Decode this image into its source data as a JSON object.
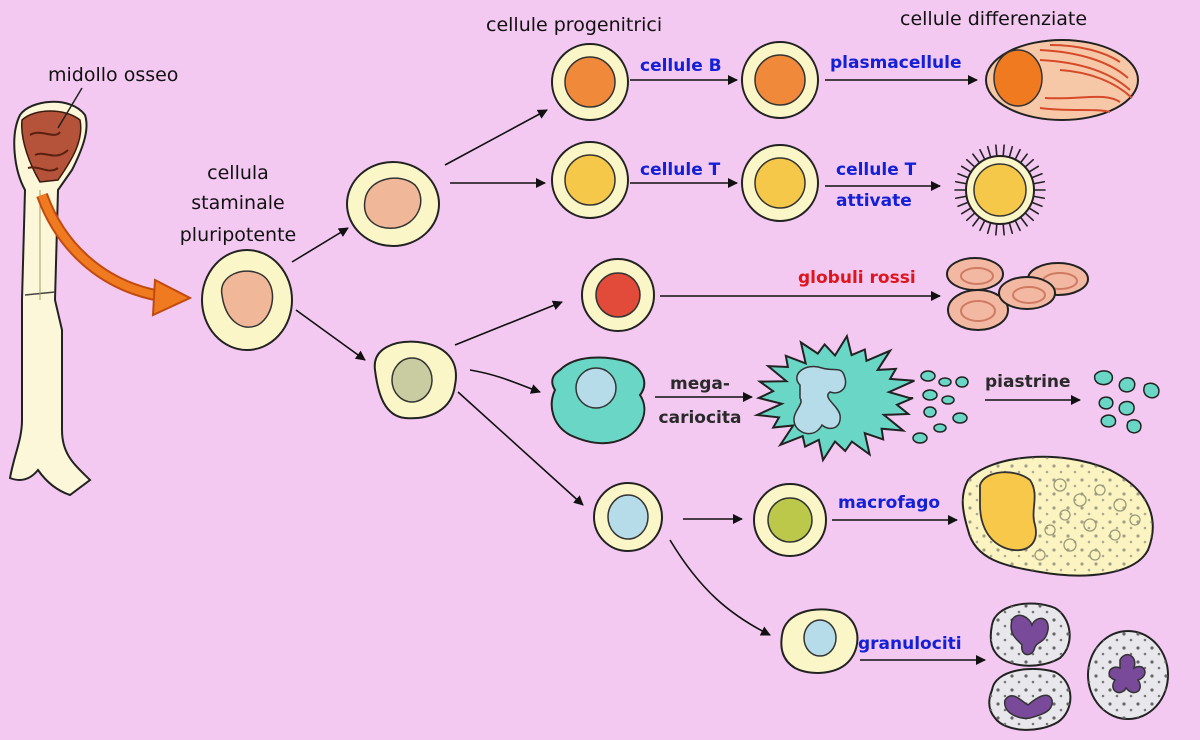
{
  "labels": {
    "bone_marrow": "midollo osseo",
    "stem_cell_line1": "cellula",
    "stem_cell_line2": "staminale",
    "stem_cell_line3": "pluripotente",
    "progenitors": "cellule progenitrici",
    "differentiated": "cellule differenziate",
    "b_cells": "cellule B",
    "plasma_cells": "plasmacellule",
    "t_cells": "cellule T",
    "activated_t_line1": "cellule T",
    "activated_t_line2": "attivate",
    "red_cells": "globuli rossi",
    "mega_line1": "mega-",
    "mega_line2": "cariocita",
    "platelets": "piastrine",
    "macrophage": "macrofago",
    "granulocytes": "granulociti"
  },
  "colors": {
    "background": "#f3c9f1",
    "blue_label": "#1420d8",
    "red_label": "#e0141c",
    "cell_outline": "#222222",
    "cell_cytoplasm": "#fbf6c8",
    "stem_nucleus": "#f0b898",
    "b_line_nucleus": "#f08a3a",
    "t_line_nucleus": "#f5c84a",
    "erythroid_nucleus": "#e24a3a",
    "megakaryocyte": "#6ad6c6",
    "myeloid_nucleus": "#b6dcea",
    "macrophage_nucleus": "#bcc84a",
    "granulocyte_nucleus": "#7a4a9a",
    "bone": "#fbf7d8",
    "marrow": "#b5523a",
    "arrow_orange": "#f07a20"
  }
}
